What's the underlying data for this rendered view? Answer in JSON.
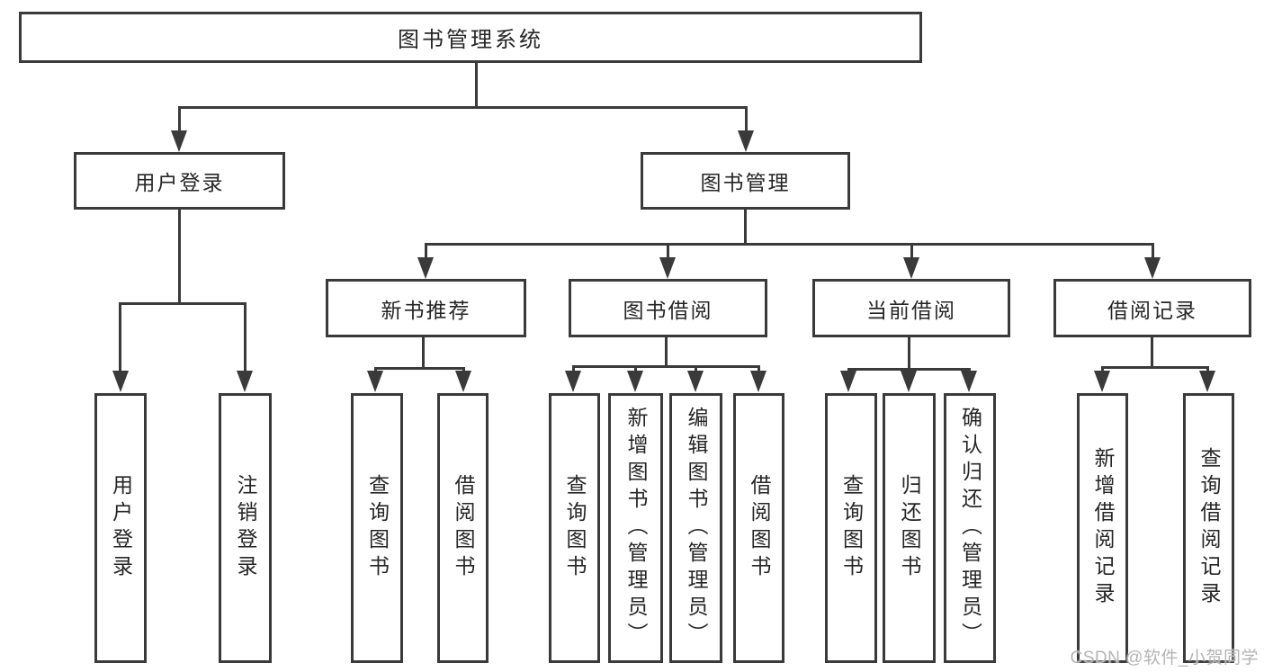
{
  "tree": {
    "root": {
      "label": "图书管理系统"
    },
    "branches": [
      {
        "label": "用户登录",
        "children": [
          {
            "label": "用户登录"
          },
          {
            "label": "注销登录"
          }
        ]
      },
      {
        "label": "图书管理",
        "children": [
          {
            "label": "新书推荐",
            "children": [
              {
                "label": "查询图书"
              },
              {
                "label": "借阅图书"
              }
            ]
          },
          {
            "label": "图书借阅",
            "children": [
              {
                "label": "查询图书"
              },
              {
                "label": "新增图书（管理员）"
              },
              {
                "label": "编辑图书（管理员）"
              },
              {
                "label": "借阅图书"
              }
            ]
          },
          {
            "label": "当前借阅",
            "children": [
              {
                "label": "查询图书"
              },
              {
                "label": "归还图书"
              },
              {
                "label": "确认归还（管理员）"
              }
            ]
          },
          {
            "label": "借阅记录",
            "children": [
              {
                "label": "新增借阅记录"
              },
              {
                "label": "查询借阅记录"
              }
            ]
          }
        ]
      }
    ]
  },
  "watermark": {
    "text": "CSDN @软件_小贺同学"
  },
  "colors": {
    "line": "#3a3a3a",
    "text": "#262626",
    "background": "#ffffff",
    "watermark": "#b4b4b4"
  }
}
